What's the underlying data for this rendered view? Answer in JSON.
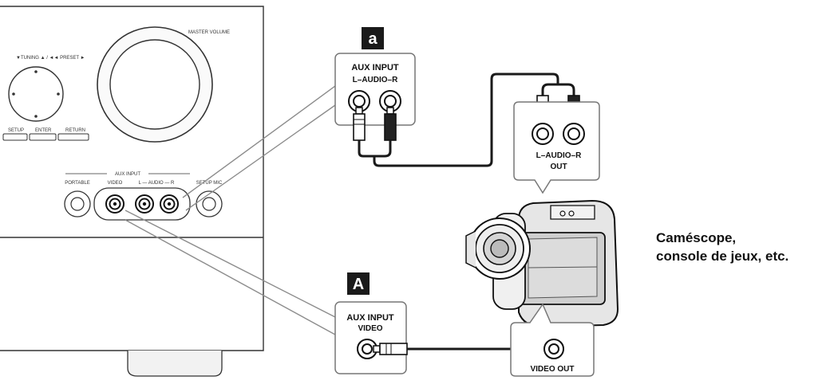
{
  "receiver": {
    "master_volume": "MASTER VOLUME",
    "tuning_preset": "▼TUNING ▲ / ◄◄ PRESET ►",
    "setup": "SETUP",
    "enter": "ENTER",
    "return": "RETURN",
    "aux_input": "AUX INPUT",
    "portable": "PORTABLE",
    "video": "VIDEO",
    "l_audio_r": "L — AUDIO — R",
    "setup_mic": "SETUP MIC"
  },
  "callouts": {
    "badge_a_lower": "a",
    "badge_a_upper": "A",
    "audio_in": {
      "title": "AUX INPUT",
      "sub": "L–AUDIO–R"
    },
    "video_in": {
      "title": "AUX INPUT",
      "sub": "VIDEO"
    },
    "audio_out": {
      "line1": "L–AUDIO–R",
      "line2": "OUT"
    },
    "video_out": {
      "label": "VIDEO OUT"
    }
  },
  "device_caption": {
    "line1": "Caméscope,",
    "line2": "console de jeux, etc."
  },
  "colors": {
    "badge": "#1a1a1a",
    "callout_border": "#777777",
    "cable": "#1a1a1a",
    "leader": "#8c8c8c"
  }
}
